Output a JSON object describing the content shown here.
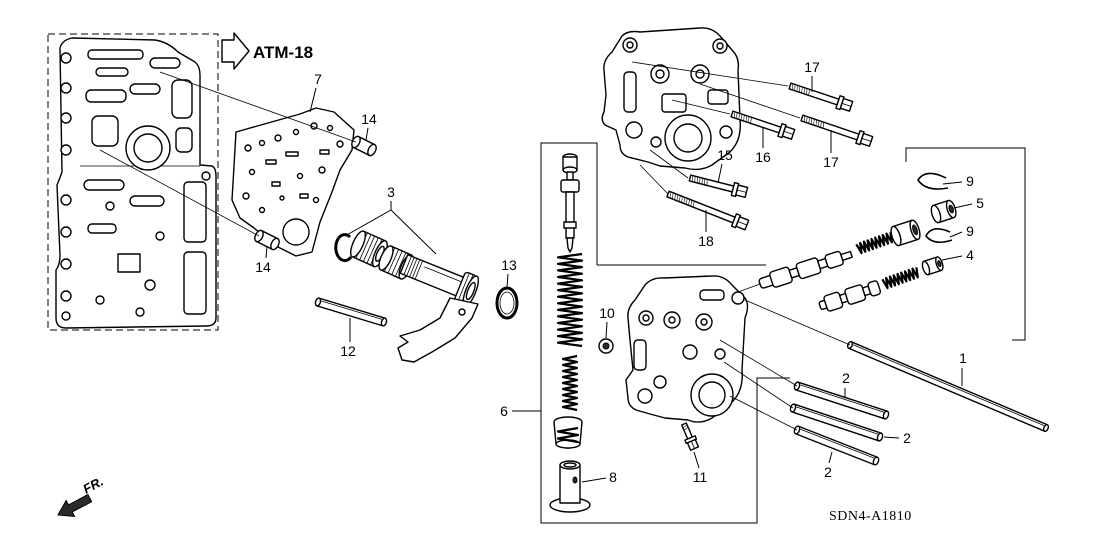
{
  "diagram": {
    "reference_label": "ATM-18",
    "direction_label": "FR.",
    "diagram_code": "SDN4-A1810",
    "callouts": [
      "7",
      "14",
      "14",
      "3",
      "13",
      "12",
      "10",
      "6",
      "8",
      "11",
      "17",
      "17",
      "16",
      "15",
      "18",
      "9",
      "5",
      "9",
      "4",
      "1",
      "2",
      "2",
      "2"
    ]
  },
  "colors": {
    "line": "#000000",
    "background": "#ffffff"
  }
}
